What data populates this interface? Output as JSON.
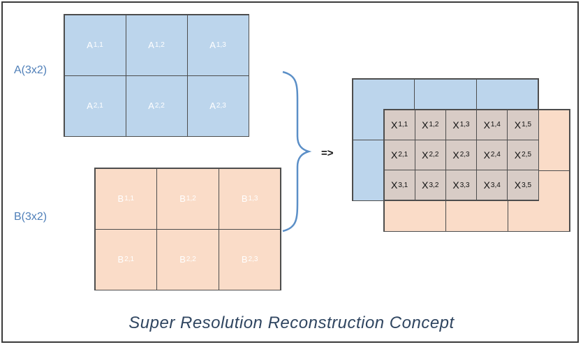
{
  "label_a": "A(3x2)",
  "label_b": "B(3x2)",
  "arrow": "=>",
  "caption": "Super Resolution Reconstruction Concept",
  "colors": {
    "blue": "#bcd5ec",
    "peach": "#fadcc8",
    "overlap": "#d8ccc6",
    "grid_line": "#4d4d4d",
    "label": "#4f7fb8"
  },
  "grid_a": [
    [
      "A1,1",
      "A1,2",
      "A1,3"
    ],
    [
      "A2,1",
      "A2,2",
      "A2,3"
    ]
  ],
  "grid_b": [
    [
      "B1,1",
      "B1,2",
      "B1,3"
    ],
    [
      "B2,1",
      "B2,2",
      "B2,3"
    ]
  ],
  "grid_x": [
    [
      "X1,1",
      "X1,2",
      "X1,3",
      "X1,4",
      "X1,5"
    ],
    [
      "X2,1",
      "X2,2",
      "X2,3",
      "X2,4",
      "X2,5"
    ],
    [
      "X3,1",
      "X3,2",
      "X3,3",
      "X3,4",
      "X3,5"
    ]
  ]
}
